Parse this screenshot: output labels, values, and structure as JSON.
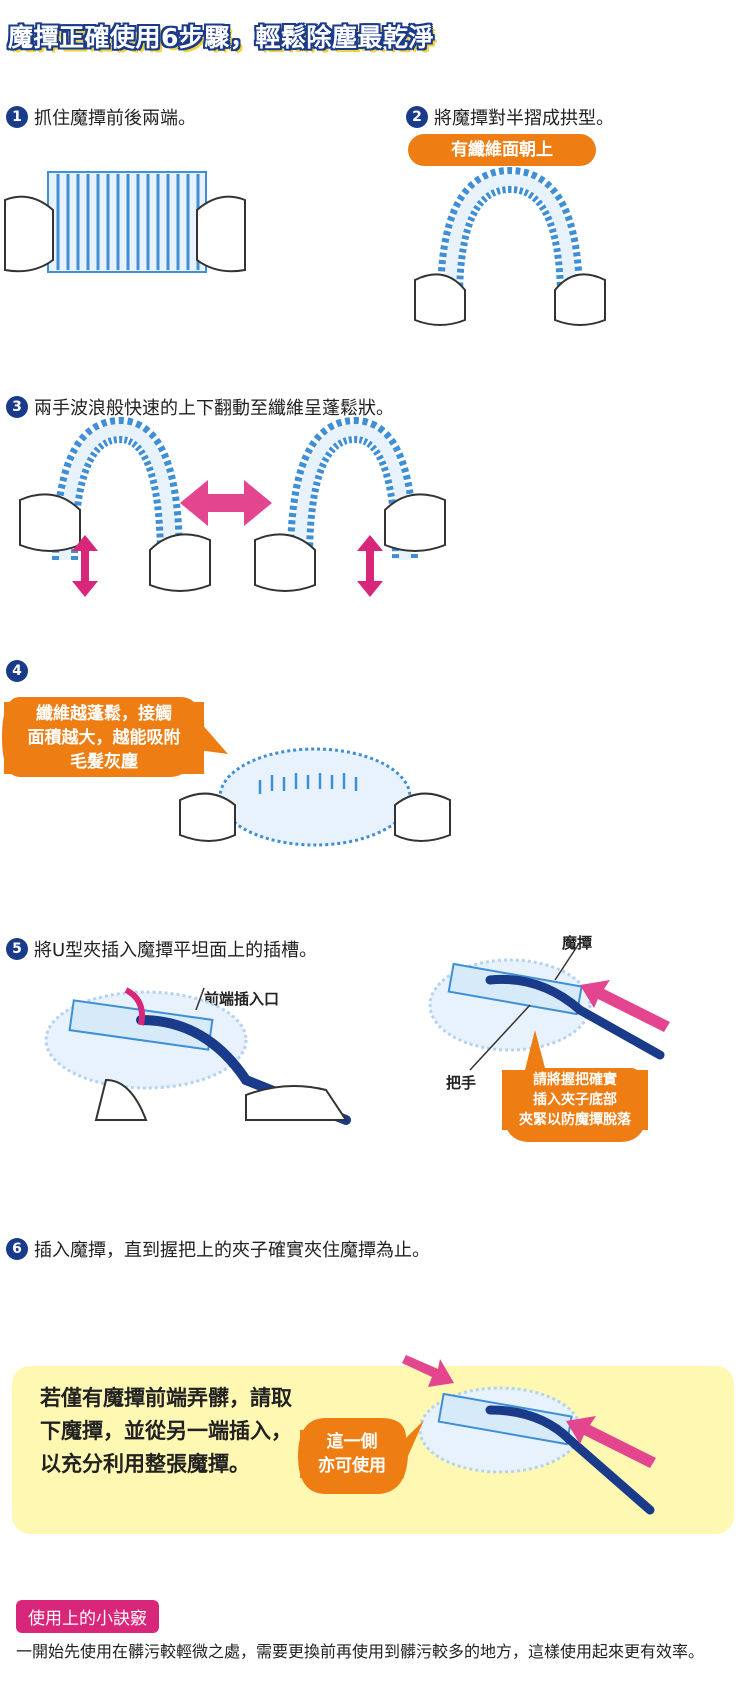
{
  "title": "魔撢正確使用6步驟，輕鬆除塵最乾淨",
  "steps": [
    {
      "num": "1",
      "text": "抓住魔撢前後兩端。"
    },
    {
      "num": "2",
      "text": "將魔撢對半摺成拱型。",
      "pill": "有纖維面朝上"
    },
    {
      "num": "3",
      "text": "兩手波浪般快速的上下翻動至纖維呈蓬鬆狀。"
    },
    {
      "num": "4",
      "bubble_lines": [
        "纖維越蓬鬆，接觸",
        "面積越大，越能吸附",
        "毛髮灰塵"
      ]
    },
    {
      "num": "5",
      "text": "將U型夾插入魔撢平坦面上的插槽。",
      "label_front": "前端插入口",
      "label_duster": "魔撢",
      "label_handle": "把手",
      "bubble_lines": [
        "請將握把確實",
        "插入夾子底部",
        "夾緊以防魔撢脫落"
      ]
    },
    {
      "num": "6",
      "text": "插入魔撢，直到握把上的夾子確實夾住魔撢為止。",
      "tip_lines": [
        "若僅有魔撢前端弄髒，請取",
        "下魔撢，並從另一端插入，",
        "以充分利用整張魔撢。"
      ],
      "bubble_lines": [
        "這一側",
        "亦可使用"
      ]
    }
  ],
  "tips_heading": "使用上的小訣竅",
  "tips_text": "一開始先使用在髒污較輕微之處，需要更換前再使用到髒污較多的地方，這樣使用起來更有效率。",
  "colors": {
    "accent_blue": "#1a3a8a",
    "orange": "#ee7d14",
    "pink": "#d8267a",
    "tip_bg": "#fff8b3",
    "duster_blue": "#3e8fd6"
  }
}
